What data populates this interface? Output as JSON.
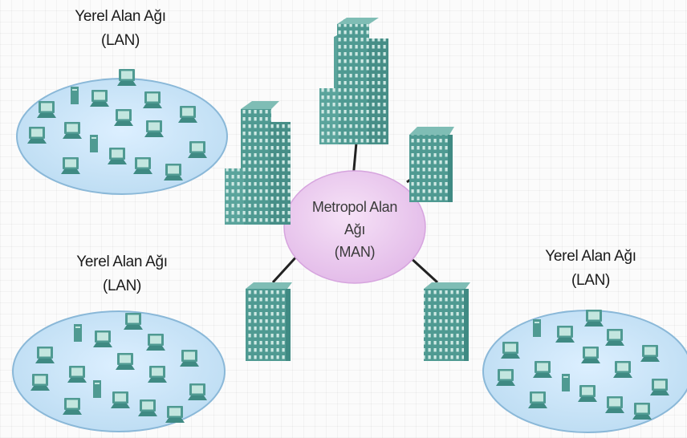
{
  "man": {
    "line1": "Metropol Alan",
    "line2": "Ağı",
    "line3": "(MAN)"
  },
  "lans": [
    {
      "line1": "Yerel Alan Ağı",
      "line2": "(LAN)"
    },
    {
      "line1": "Yerel Alan Ağı",
      "line2": "(LAN)"
    },
    {
      "line1": "Yerel Alan Ağı",
      "line2": "(LAN)"
    }
  ],
  "colors": {
    "lan_fill": "#cde6f7",
    "lan_stroke": "#8ab8d8",
    "man_fill": "#ecc8ef",
    "building": "#4f9a92",
    "window": "#c9e6e0",
    "computer_body": "#4f9a92",
    "computer_screen": "#bfe3dc",
    "link": "#222222"
  },
  "icons": [
    "building-icon",
    "computer-icon"
  ]
}
